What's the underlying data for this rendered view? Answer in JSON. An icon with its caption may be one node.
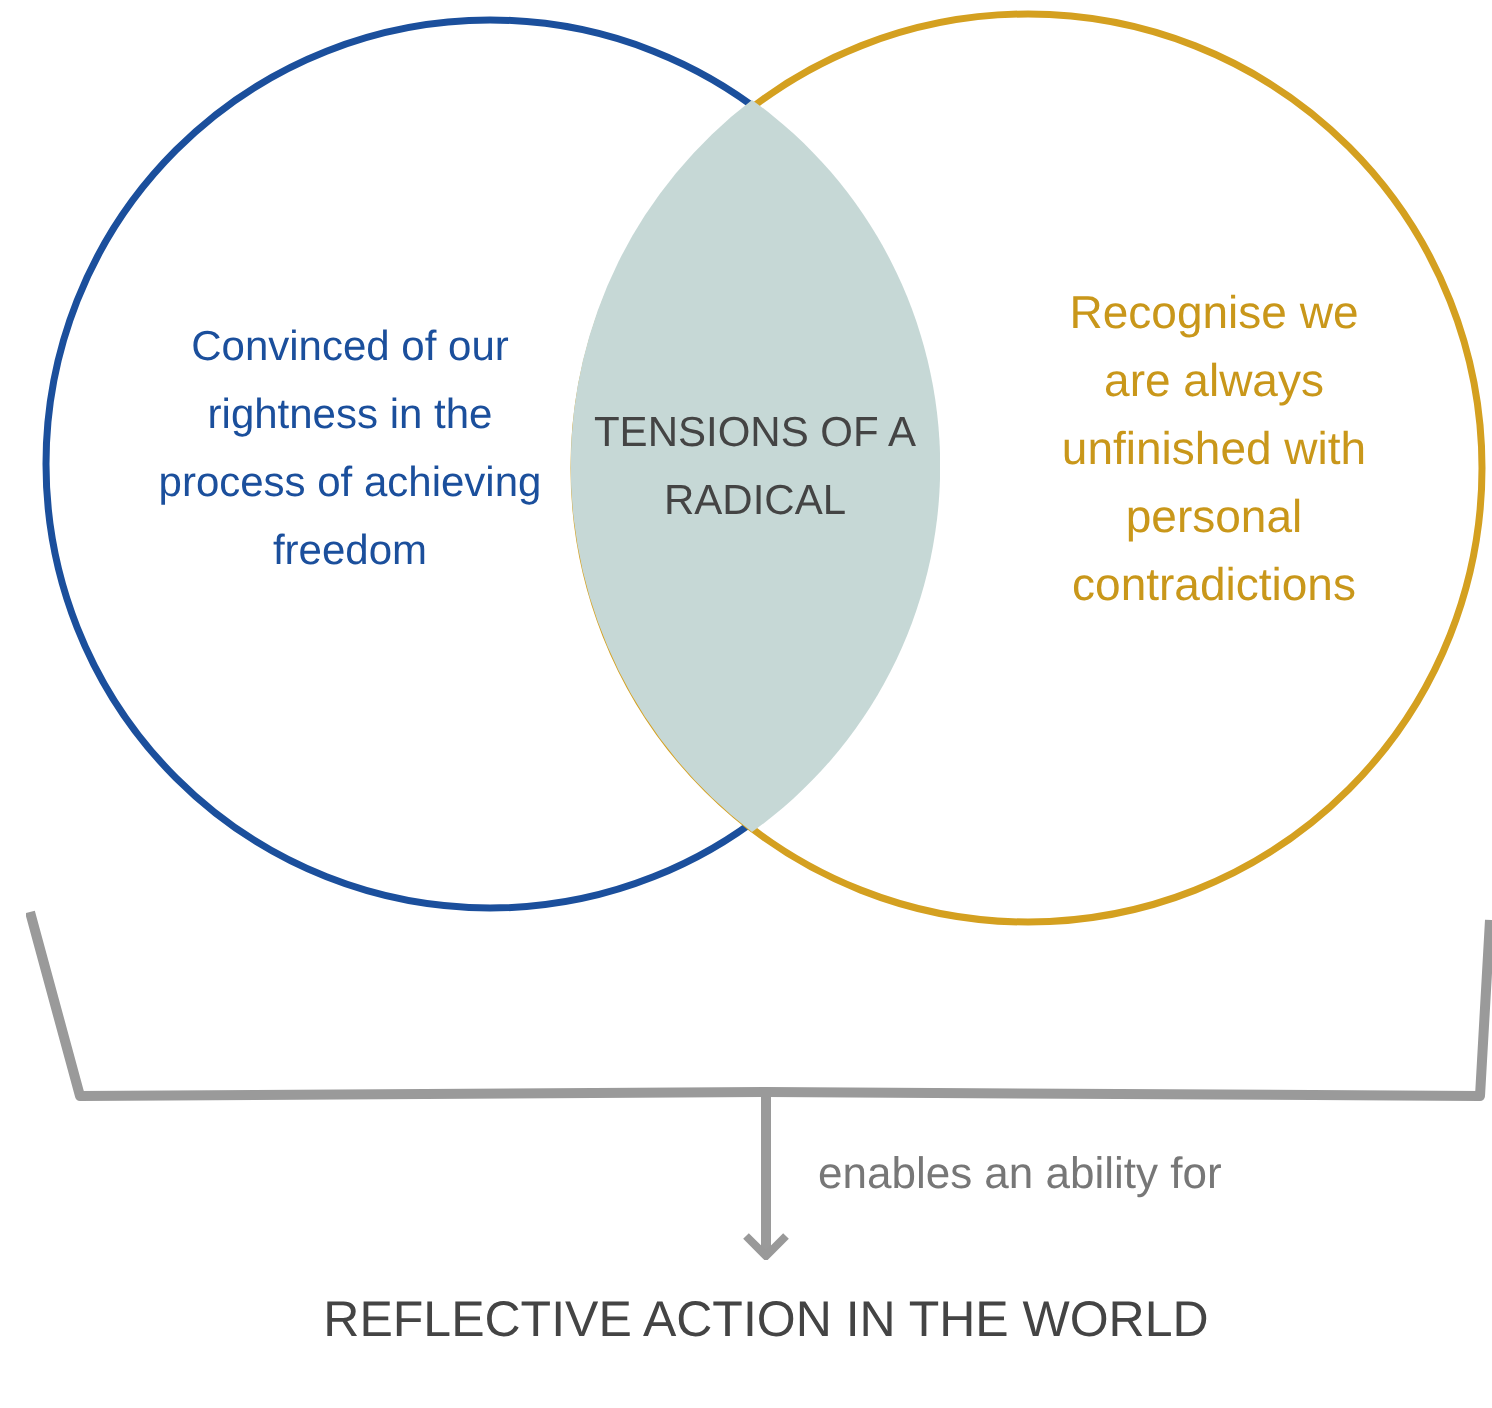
{
  "diagram": {
    "nodes": [
      {
        "text": [
          "Convinced of our rightness in the process of achieving freedom"
        ]
      },
      {
        "text": [
          "Recognise we are always unfinished with personal contradictions"
        ]
      },
      {
        "text": [
          "TENSIONS OF A RADICAL"
        ]
      },
      {
        "text": [],
        "shape": "bracket"
      },
      {
        "text": [
          "REFLECTIVE ACTION IN THE WORLD"
        ]
      }
    ],
    "edges": [
      {
        "from": 3,
        "to": 4,
        "arrow": "to",
        "label": "enables an ability for"
      }
    ]
  }
}
